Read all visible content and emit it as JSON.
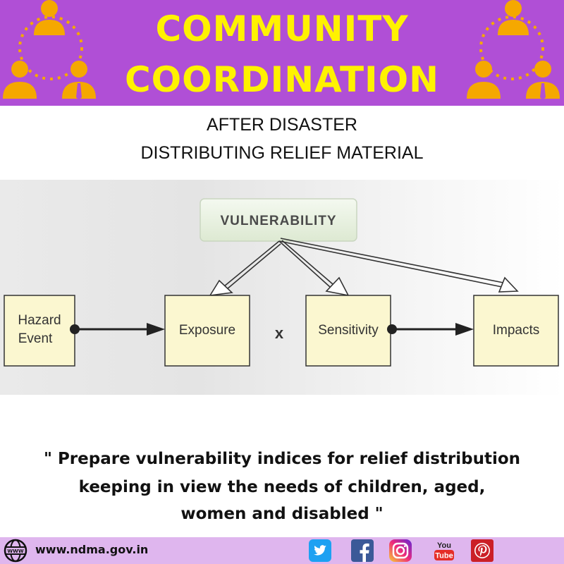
{
  "header": {
    "title_line1": "COMMUNITY",
    "title_line2": "COORDINATION",
    "subtitle_line1": "AFTER DISASTER",
    "subtitle_line2": "DISTRIBUTING RELIEF MATERIAL",
    "background_color": "#b04fd6",
    "title_color": "#fff200"
  },
  "diagram": {
    "top_node": "VULNERABILITY",
    "nodes": {
      "hazard_line1": "Hazard",
      "hazard_line2": "Event",
      "exposure": "Exposure",
      "sensitivity": "Sensitivity",
      "impacts": "Impacts"
    },
    "operator": "x"
  },
  "quote": {
    "line1": "\" Prepare vulnerability indices for relief distribution",
    "line2": "keeping in view the needs of children, aged,",
    "line3": "women and disabled \""
  },
  "footer": {
    "url": "www.ndma.gov.in",
    "social_icons": [
      "twitter-icon",
      "facebook-icon",
      "instagram-icon",
      "youtube-icon",
      "pinterest-icon"
    ],
    "youtube_top": "You",
    "youtube_bottom": "Tube"
  }
}
